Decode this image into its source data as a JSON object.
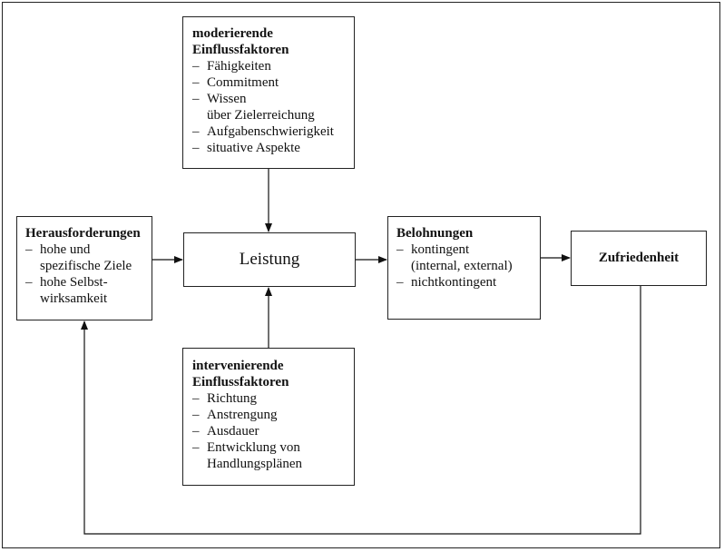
{
  "boxes": {
    "moderierende": {
      "title_line1": "moderierende",
      "title_line2": "Einflussfaktoren",
      "items": [
        "Fähigkeiten",
        "Commitment",
        "Wissen",
        "Aufgabenschwierigkeit",
        "situative Aspekte"
      ],
      "item_wissen_cont": "über Zielerreichung"
    },
    "intervenierende": {
      "title_line1": "intervenierende",
      "title_line2": "Einflussfaktoren",
      "items": [
        "Richtung",
        "Anstrengung",
        "Ausdauer",
        "Entwicklung von"
      ],
      "item_entwicklung_cont": "Handlungsplänen"
    },
    "herausforderungen": {
      "title": "Herausforderungen",
      "items": [
        "hohe und",
        "hohe Selbst-"
      ],
      "item1_cont": "spezifische Ziele",
      "item2_cont": "wirksamkeit"
    },
    "leistung": {
      "label": "Leistung"
    },
    "belohnungen": {
      "title": "Belohnungen",
      "items": [
        "kontingent",
        "nichtkontingent"
      ],
      "item1_cont": "(internal, external)"
    },
    "zufriedenheit": {
      "label": "Zufriedenheit"
    }
  }
}
